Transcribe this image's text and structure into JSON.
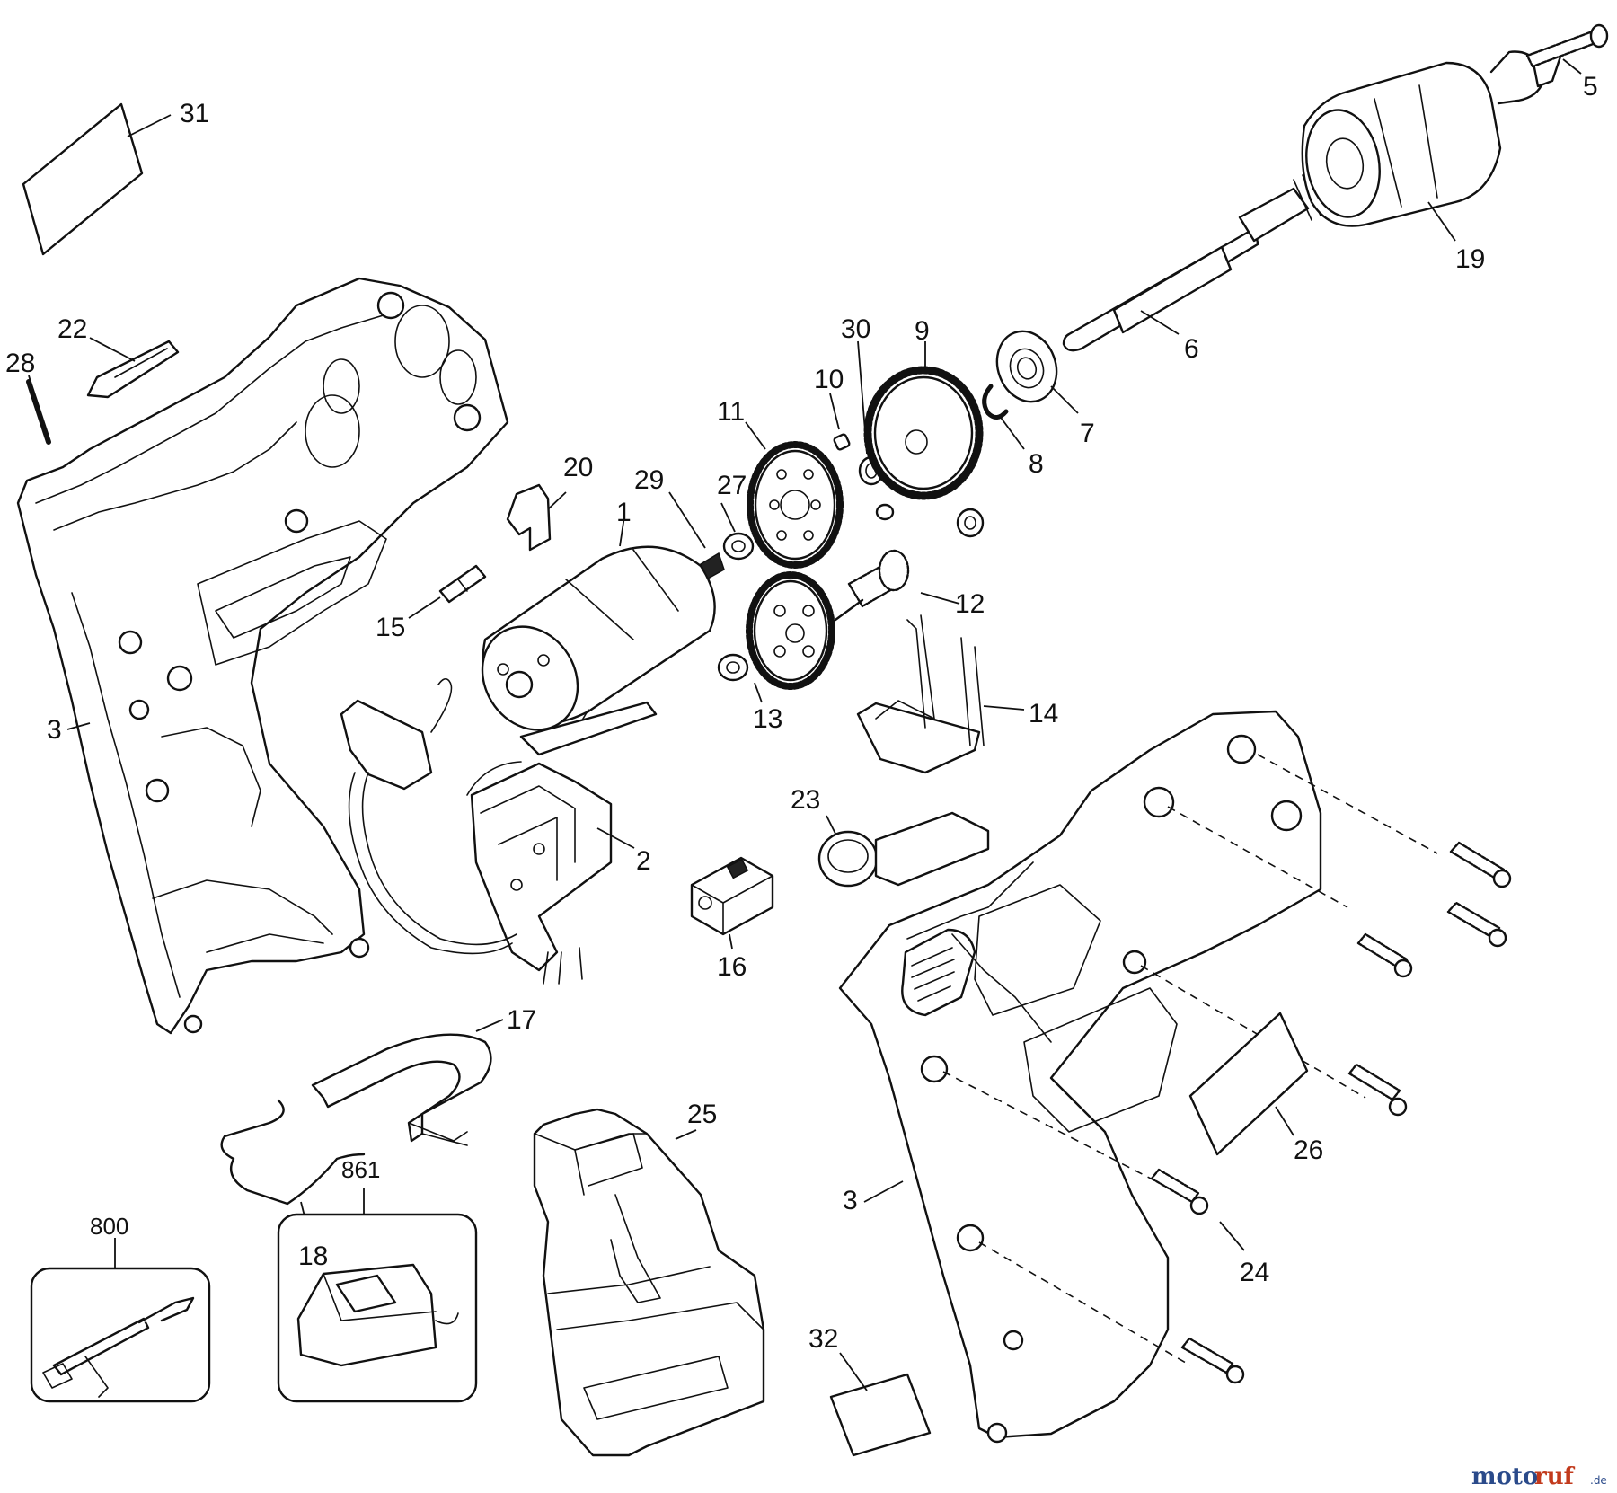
{
  "callouts": {
    "c1": "1",
    "c2": "2",
    "c3a": "3",
    "c3b": "3",
    "c5": "5",
    "c6": "6",
    "c7": "7",
    "c8": "8",
    "c9": "9",
    "c10": "10",
    "c11": "11",
    "c12": "12",
    "c13": "13",
    "c14": "14",
    "c15": "15",
    "c16": "16",
    "c17": "17",
    "c18": "18",
    "c19": "19",
    "c20": "20",
    "c22": "22",
    "c23": "23",
    "c24": "24",
    "c25": "25",
    "c26": "26",
    "c27": "27",
    "c28": "28",
    "c29": "29",
    "c30": "30",
    "c31": "31",
    "c32": "32",
    "c800": "800",
    "c861": "861"
  },
  "watermark": {
    "part_a": "moto",
    "part_b": "ruf",
    "suffix": ".de"
  }
}
